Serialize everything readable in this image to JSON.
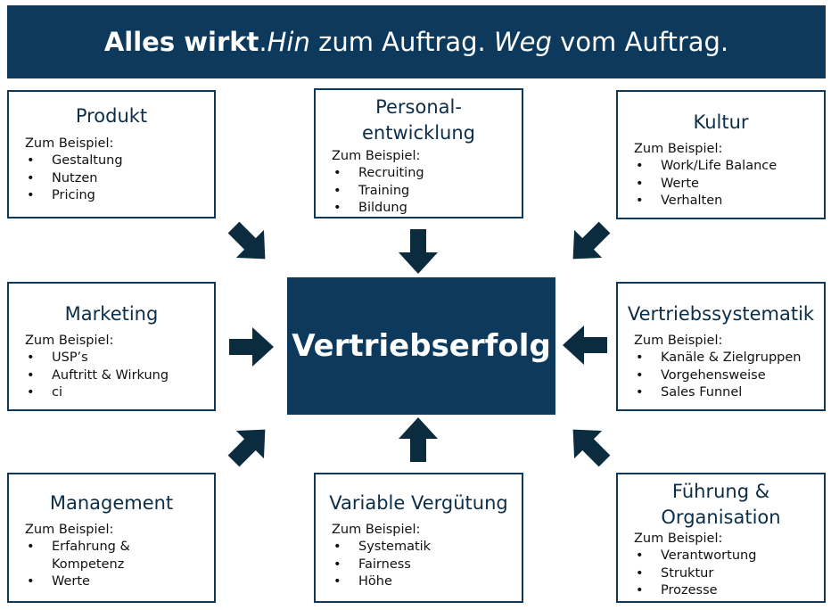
{
  "banner": {
    "bold": "Alles wirkt",
    "dot1": ". ",
    "italic1": "Hin",
    "mid": " zum Auftrag. ",
    "italic2": "Weg",
    "end": " vom Auftrag."
  },
  "center": "Vertriebserfolg",
  "boxes": {
    "produkt": {
      "title": "Produkt",
      "sub": "Zum Beispiel:",
      "items": [
        "Gestaltung",
        "Nutzen",
        "Pricing"
      ]
    },
    "personal": {
      "title1": "Personal-",
      "title2": "entwicklung",
      "sub": "Zum Beispiel:",
      "items": [
        "Recruiting",
        "Training",
        "Bildung"
      ]
    },
    "kultur": {
      "title": "Kultur",
      "sub": "Zum Beispiel:",
      "items": [
        "Work/Life Balance",
        "Werte",
        "Verhalten"
      ]
    },
    "marketing": {
      "title": "Marketing",
      "sub": "Zum Beispiel:",
      "items": [
        "USP’s",
        "Auftritt & Wirkung",
        "ci"
      ]
    },
    "vertrieb": {
      "title": "Vertriebssystematik",
      "sub": "Zum Beispiel:",
      "items": [
        "Kanäle & Zielgruppen",
        "Vorgehensweise",
        "Sales Funnel"
      ]
    },
    "management": {
      "title": "Management",
      "sub": "Zum Beispiel:",
      "items": [
        "Erfahrung &",
        "Kompetenz",
        "Werte"
      ]
    },
    "variable": {
      "title": "Variable Vergütung",
      "sub": "Zum Beispiel:",
      "items": [
        "Systematik",
        "Fairness",
        "Höhe"
      ]
    },
    "fuehrung": {
      "title1": "Führung &",
      "title2": "Organisation",
      "sub": "Zum Beispiel:",
      "items": [
        "Verantwortung",
        "Struktur",
        "Prozesse"
      ]
    }
  },
  "colors": {
    "navy": "#0d3a5c",
    "arrow": "#0b2b3f"
  }
}
